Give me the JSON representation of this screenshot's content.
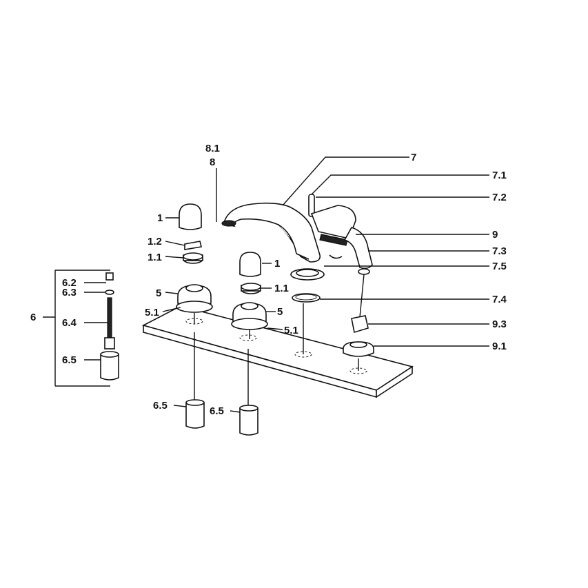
{
  "labels": {
    "l1_left": "1",
    "l1_mid": "1",
    "l1_2": "1.2",
    "l1_1_left": "1.1",
    "l1_1_mid": "1.1",
    "l5_left": "5",
    "l5_mid": "5",
    "l5_1_left": "5.1",
    "l5_1_mid": "5.1",
    "l6": "6",
    "l6_2": "6.2",
    "l6_3": "6.3",
    "l6_4": "6.4",
    "l6_5_group": "6.5",
    "l6_5_a": "6.5",
    "l6_5_b": "6.5",
    "l7": "7",
    "l7_1": "7.1",
    "l7_2": "7.2",
    "l7_3": "7.3",
    "l7_4": "7.4",
    "l7_5": "7.5",
    "l8": "8",
    "l8_1": "8.1",
    "l9": "9",
    "l9_1": "9.1",
    "l9_3": "9.3"
  }
}
